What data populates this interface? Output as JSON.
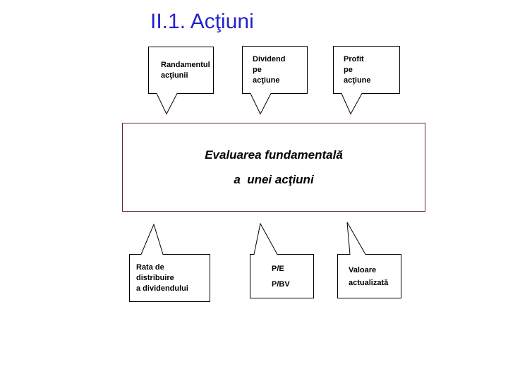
{
  "title": "II.1. Acţiuni",
  "colors": {
    "title-color": "#2222cc",
    "center-border-color": "#5c2242",
    "callout-border-color": "#000000",
    "text-color": "#000000",
    "background": "#ffffff"
  },
  "center_box": {
    "line1": "Evaluarea fundamentală",
    "line2": "a  unei acţiuni"
  },
  "top_callouts": [
    {
      "id": "randamentul-actiunii",
      "text": "Randamentul\nacţiunii"
    },
    {
      "id": "dividend-pe-actiune",
      "text": "Dividend\npe\nacţiune"
    },
    {
      "id": "profit-pe-actiune",
      "text": "Profit\npe\nacţiune"
    }
  ],
  "bottom_callouts": [
    {
      "id": "rata-de-distribuire",
      "text": "Rata de\ndistribuire\na dividendului"
    },
    {
      "id": "pe-pbv",
      "text": "P/E\nP/BV"
    },
    {
      "id": "valoare-actualizata",
      "text": "Valoare\nactualizată"
    }
  ]
}
